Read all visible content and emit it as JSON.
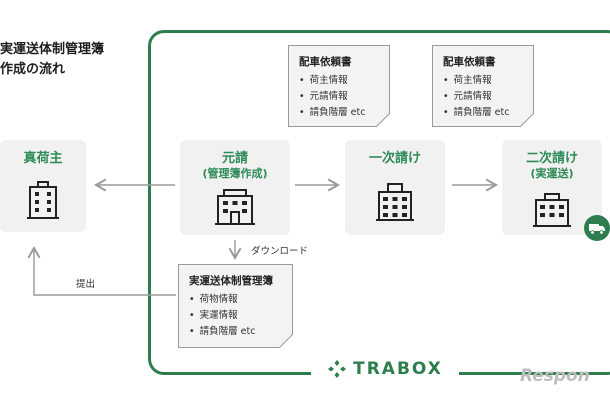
{
  "title": {
    "line1": "実運送体制管理簿",
    "line2": "作成の流れ"
  },
  "nodes": {
    "shipper": {
      "label": "真荷主"
    },
    "prime": {
      "label": "元請",
      "sub": "(管理簿作成)"
    },
    "first": {
      "label": "一次請け"
    },
    "second": {
      "label": "二次請け",
      "sub": "(実運送)"
    }
  },
  "documents": {
    "request1": {
      "title": "配車依頼書",
      "items": [
        "荷主情報",
        "元請情報",
        "請負階層 etc"
      ]
    },
    "request2": {
      "title": "配車依頼書",
      "items": [
        "荷主情報",
        "元請情報",
        "請負階層 etc"
      ]
    },
    "ledger": {
      "title": "実運送体制管理簿",
      "items": [
        "荷物情報",
        "実運情報",
        "請負階層 etc"
      ]
    }
  },
  "labels": {
    "download": "ダウンロード",
    "submit": "提出"
  },
  "brand": {
    "name": "TRABOX"
  },
  "watermark": "Respon",
  "colors": {
    "accent": "#2e7d4f",
    "label_green": "#2e8b57",
    "box_bg": "#f1f1f1",
    "arrow": "#9a9a9a"
  },
  "icons": [
    "building-icon",
    "truck-icon",
    "trabox-logo-icon"
  ]
}
